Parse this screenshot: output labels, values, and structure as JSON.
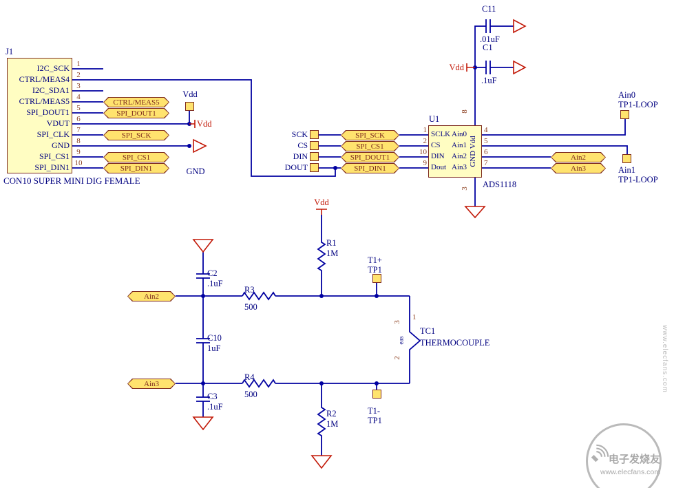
{
  "colors": {
    "wire": "#0000A0",
    "outline": "#7D2A1E",
    "component_fill": "#FFFDC2",
    "port_fill": "#FFE36E",
    "power_red": "#C21807",
    "label_text": "#000080",
    "pin_number_text": "#8B3E1E",
    "watermark_gray": "#9E9E9E"
  },
  "j1": {
    "designator": "J1",
    "description": "CON10 SUPER MINI DIG FEMALE",
    "pins": [
      {
        "num": "1",
        "name": "I2C_SCK"
      },
      {
        "num": "2",
        "name": "CTRL/MEAS4"
      },
      {
        "num": "3",
        "name": "I2C_SDA1"
      },
      {
        "num": "4",
        "name": "CTRL/MEAS5"
      },
      {
        "num": "5",
        "name": "SPI_DOUT1"
      },
      {
        "num": "6",
        "name": "VDUT"
      },
      {
        "num": "7",
        "name": "SPI_CLK"
      },
      {
        "num": "8",
        "name": "GND"
      },
      {
        "num": "9",
        "name": "SPI_CS1"
      },
      {
        "num": "10",
        "name": "SPI_DIN1"
      }
    ]
  },
  "left_ports": [
    {
      "label": "CTRL/MEAS5"
    },
    {
      "label": "SPI_DOUT1"
    },
    {
      "label": "SPI_SCK"
    },
    {
      "label": "SPI_CS1"
    },
    {
      "label": "SPI_DIN1"
    }
  ],
  "power": {
    "vdd_tp_label": "Vdd",
    "vdd_port_j1": "Vdd",
    "gnd_label": "GND",
    "vdd_port_u1": "Vdd",
    "vdd_port_bottom": "Vdd"
  },
  "c11": {
    "ref": "C11",
    "value": ".01uF"
  },
  "c1": {
    "ref": "C1",
    "value": ".1uF"
  },
  "spi": {
    "stub_labels": [
      "SCK",
      "CS",
      "DIN",
      "DOUT"
    ],
    "ports": [
      "SPI_SCK",
      "SPI_CS1",
      "SPI_DOUT1",
      "SPI_DIN1"
    ]
  },
  "u1": {
    "designator": "U1",
    "part": "ADS1118",
    "inner_label": "GND Vdd",
    "left_pins": [
      {
        "num": "1",
        "name": "SCLK"
      },
      {
        "num": "2",
        "name": "CS"
      },
      {
        "num": "10",
        "name": "DIN"
      },
      {
        "num": "9",
        "name": "Dout"
      }
    ],
    "right_pins": [
      {
        "num": "4",
        "name": "Ain0"
      },
      {
        "num": "5",
        "name": "Ain1"
      },
      {
        "num": "6",
        "name": "Ain2"
      },
      {
        "num": "7",
        "name": "Ain3"
      }
    ],
    "top_pin": "8",
    "bottom_pin": "3"
  },
  "right_ports": [
    {
      "label": "Ain2"
    },
    {
      "label": "Ain3"
    }
  ],
  "testpoints": {
    "ain0": {
      "net": "Ain0",
      "name": "TP1-LOOP"
    },
    "ain1": {
      "net": "Ain1",
      "name": "TP1-LOOP"
    },
    "t1p": {
      "net": "T1+",
      "name": "TP1"
    },
    "t1m": {
      "net": "T1-",
      "name": "TP1"
    }
  },
  "bottom": {
    "r1": {
      "ref": "R1",
      "value": "1M"
    },
    "r2": {
      "ref": "R2",
      "value": "1M"
    },
    "r3": {
      "ref": "R3",
      "value": "500"
    },
    "r4": {
      "ref": "R4",
      "value": "500"
    },
    "c2": {
      "ref": "C2",
      "value": ".1uF"
    },
    "c10": {
      "ref": "C10",
      "value": "1uF"
    },
    "c3": {
      "ref": "C3",
      "value": ".1uF"
    },
    "ain2_port": "Ain2",
    "ain3_port": "Ain3",
    "tc1": {
      "ref": "TC1",
      "desc": "THERMOCOUPLE",
      "pin_top": "1",
      "pin_left_top": "3",
      "pin_left_bottom": "2",
      "inner": "eas"
    }
  },
  "watermark": {
    "cn": "电子发烧友",
    "url": "www.elecfans.com",
    "side": "www.elecfans.com"
  }
}
